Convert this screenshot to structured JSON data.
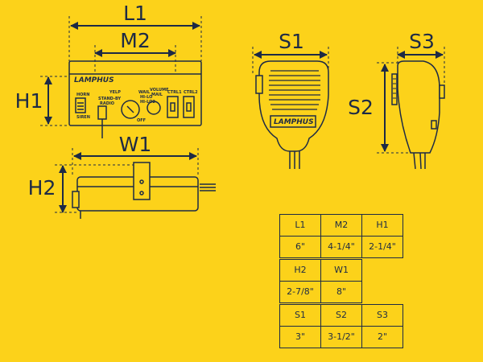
{
  "brand": "LAMPHUS",
  "dimension_labels": {
    "L1": "L1",
    "M2": "M2",
    "H1": "H1",
    "W1": "W1",
    "H2": "H2",
    "S1": "S1",
    "S2": "S2",
    "S3": "S3"
  },
  "panel_labels": {
    "horn": "HORN",
    "siren": "SIREN",
    "yelp": "YELP",
    "standby": "STAND-BY",
    "radio": "RADIO",
    "wail": "WAIL",
    "hilo": "HI-LO",
    "hilo2": "HI-LO2",
    "off": "OFF",
    "volume": "VOLUME",
    "mail": "MAIL",
    "ctrl1": "CTRL1",
    "ctrl2": "CTRL2"
  },
  "tables": [
    {
      "headers": [
        "L1",
        "M2",
        "H1"
      ],
      "values": [
        "6\"",
        "4-1/4\"",
        "2-1/4\""
      ]
    },
    {
      "headers": [
        "H2",
        "W1"
      ],
      "values": [
        "2-7/8\"",
        "8\""
      ]
    },
    {
      "headers": [
        "S1",
        "S2",
        "S3"
      ],
      "values": [
        "3\"",
        "3-1/2\"",
        "2\""
      ]
    }
  ]
}
